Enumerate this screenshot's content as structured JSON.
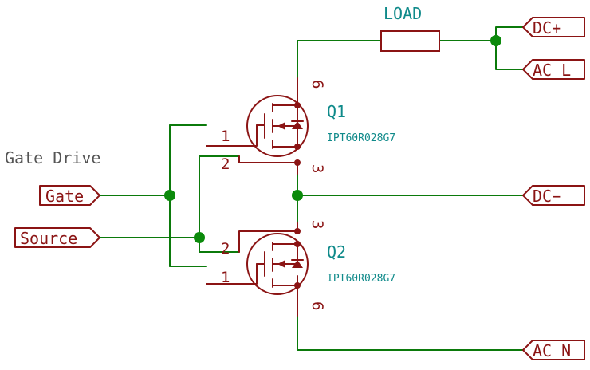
{
  "title": "Gate Drive",
  "load": {
    "label": "LOAD"
  },
  "q1": {
    "ref": "Q1",
    "value": "IPT60R028G7",
    "pin_gate": "1",
    "pin_source": "2",
    "pin_s": "3",
    "pin_d": "6"
  },
  "q2": {
    "ref": "Q2",
    "value": "IPT60R028G7",
    "pin_gate": "1",
    "pin_source": "2",
    "pin_s": "3",
    "pin_d": "6"
  },
  "ports": {
    "dc_plus": "DC+",
    "ac_l": "AC_L",
    "dc_minus": "DC−",
    "ac_n": "AC_N",
    "gate": "Gate",
    "source": "Source"
  },
  "colors": {
    "wire": "#0b7a0b",
    "symbol": "#8b1414",
    "ref": "#0f8a8a",
    "text": "#555555"
  }
}
